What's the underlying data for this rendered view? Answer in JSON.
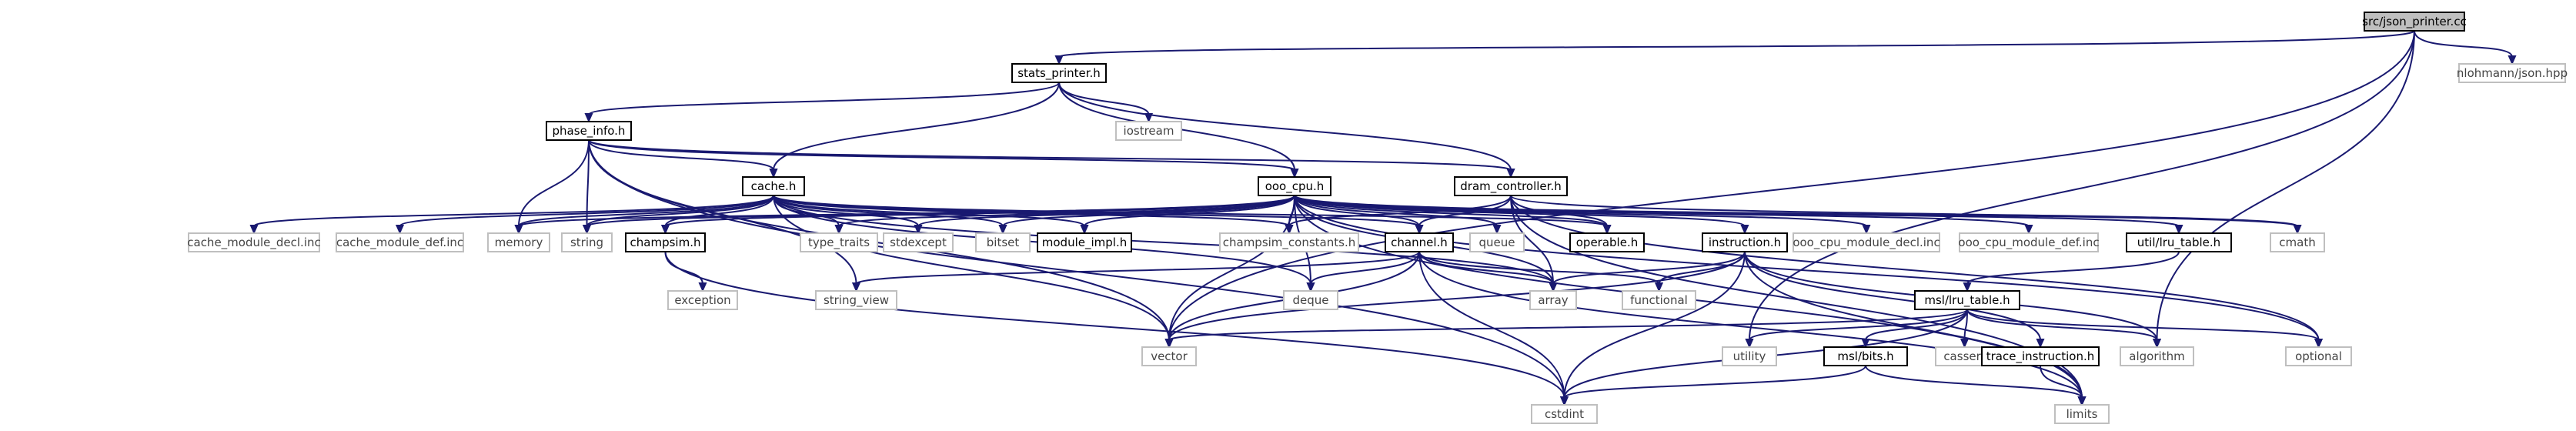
{
  "diagram": {
    "type": "include-dependency-graph",
    "root": "src/json_printer.cc",
    "colors": {
      "edge": "#191970",
      "root_fill": "#bfbfbf",
      "node_border": "#000000",
      "external_border": "#bfbfbf",
      "external_text": "#444444"
    },
    "nodes": [
      {
        "id": "root",
        "label": "src/json_printer.cc",
        "kind": "root"
      },
      {
        "id": "stats_printer",
        "label": "stats_printer.h",
        "kind": "internal"
      },
      {
        "id": "nlohmann",
        "label": "nlohmann/json.hpp",
        "kind": "external"
      },
      {
        "id": "phase_info",
        "label": "phase_info.h",
        "kind": "internal"
      },
      {
        "id": "iostream",
        "label": "iostream",
        "kind": "external"
      },
      {
        "id": "dram_controller",
        "label": "dram_controller.h",
        "kind": "internal"
      },
      {
        "id": "ooo_cpu",
        "label": "ooo_cpu.h",
        "kind": "internal"
      },
      {
        "id": "cache",
        "label": "cache.h",
        "kind": "internal"
      },
      {
        "id": "cache_module_decl",
        "label": "cache_module_decl.inc",
        "kind": "external"
      },
      {
        "id": "cache_module_def",
        "label": "cache_module_def.inc",
        "kind": "external"
      },
      {
        "id": "memory",
        "label": "memory",
        "kind": "external"
      },
      {
        "id": "string",
        "label": "string",
        "kind": "external"
      },
      {
        "id": "champsim_h",
        "label": "champsim.h",
        "kind": "internal"
      },
      {
        "id": "type_traits",
        "label": "type_traits",
        "kind": "external"
      },
      {
        "id": "stdexcept",
        "label": "stdexcept",
        "kind": "external"
      },
      {
        "id": "bitset",
        "label": "bitset",
        "kind": "external"
      },
      {
        "id": "module_impl",
        "label": "module_impl.h",
        "kind": "internal"
      },
      {
        "id": "champsim_constants",
        "label": "champsim_constants.h",
        "kind": "external"
      },
      {
        "id": "channel",
        "label": "channel.h",
        "kind": "internal"
      },
      {
        "id": "queue",
        "label": "queue",
        "kind": "external"
      },
      {
        "id": "operable",
        "label": "operable.h",
        "kind": "internal"
      },
      {
        "id": "instruction",
        "label": "instruction.h",
        "kind": "internal"
      },
      {
        "id": "ooo_cpu_module_decl",
        "label": "ooo_cpu_module_decl.inc",
        "kind": "external"
      },
      {
        "id": "ooo_cpu_module_def",
        "label": "ooo_cpu_module_def.inc",
        "kind": "external"
      },
      {
        "id": "util_lru_table",
        "label": "util/lru_table.h",
        "kind": "internal"
      },
      {
        "id": "cmath",
        "label": "cmath",
        "kind": "external"
      },
      {
        "id": "exception",
        "label": "exception",
        "kind": "external"
      },
      {
        "id": "string_view",
        "label": "string_view",
        "kind": "external"
      },
      {
        "id": "deque",
        "label": "deque",
        "kind": "external"
      },
      {
        "id": "array",
        "label": "array",
        "kind": "external"
      },
      {
        "id": "functional",
        "label": "functional",
        "kind": "external"
      },
      {
        "id": "msl_lru_table",
        "label": "msl/lru_table.h",
        "kind": "internal"
      },
      {
        "id": "vector",
        "label": "vector",
        "kind": "external"
      },
      {
        "id": "utility",
        "label": "utility",
        "kind": "external"
      },
      {
        "id": "cassert",
        "label": "cassert",
        "kind": "external"
      },
      {
        "id": "msl_bits",
        "label": "msl/bits.h",
        "kind": "internal"
      },
      {
        "id": "trace_instruction",
        "label": "trace_instruction.h",
        "kind": "internal"
      },
      {
        "id": "algorithm",
        "label": "algorithm",
        "kind": "external"
      },
      {
        "id": "optional",
        "label": "optional",
        "kind": "external"
      },
      {
        "id": "cstdint",
        "label": "cstdint",
        "kind": "external"
      },
      {
        "id": "limits",
        "label": "limits",
        "kind": "external"
      }
    ],
    "edges": [
      [
        "root",
        "stats_printer"
      ],
      [
        "root",
        "nlohmann"
      ],
      [
        "root",
        "utility"
      ],
      [
        "root",
        "algorithm"
      ],
      [
        "root",
        "vector"
      ],
      [
        "stats_printer",
        "phase_info"
      ],
      [
        "stats_printer",
        "iostream"
      ],
      [
        "stats_printer",
        "cache"
      ],
      [
        "stats_printer",
        "ooo_cpu"
      ],
      [
        "stats_printer",
        "dram_controller"
      ],
      [
        "phase_info",
        "cache"
      ],
      [
        "phase_info",
        "ooo_cpu"
      ],
      [
        "phase_info",
        "dram_controller"
      ],
      [
        "phase_info",
        "memory"
      ],
      [
        "phase_info",
        "string"
      ],
      [
        "phase_info",
        "vector"
      ],
      [
        "phase_info",
        "cstdint"
      ],
      [
        "phase_info",
        "string_view"
      ],
      [
        "cache",
        "cache_module_decl"
      ],
      [
        "cache",
        "cache_module_def"
      ],
      [
        "cache",
        "memory"
      ],
      [
        "cache",
        "string"
      ],
      [
        "cache",
        "champsim_h"
      ],
      [
        "cache",
        "type_traits"
      ],
      [
        "cache",
        "stdexcept"
      ],
      [
        "cache",
        "bitset"
      ],
      [
        "cache",
        "module_impl"
      ],
      [
        "cache",
        "champsim_constants"
      ],
      [
        "cache",
        "channel"
      ],
      [
        "cache",
        "operable"
      ],
      [
        "cache",
        "deque"
      ],
      [
        "cache",
        "array"
      ],
      [
        "cache",
        "vector"
      ],
      [
        "ooo_cpu",
        "memory"
      ],
      [
        "ooo_cpu",
        "string"
      ],
      [
        "ooo_cpu",
        "champsim_h"
      ],
      [
        "ooo_cpu",
        "type_traits"
      ],
      [
        "ooo_cpu",
        "stdexcept"
      ],
      [
        "ooo_cpu",
        "bitset"
      ],
      [
        "ooo_cpu",
        "module_impl"
      ],
      [
        "ooo_cpu",
        "champsim_constants"
      ],
      [
        "ooo_cpu",
        "channel"
      ],
      [
        "ooo_cpu",
        "queue"
      ],
      [
        "ooo_cpu",
        "operable"
      ],
      [
        "ooo_cpu",
        "instruction"
      ],
      [
        "ooo_cpu",
        "ooo_cpu_module_decl"
      ],
      [
        "ooo_cpu",
        "ooo_cpu_module_def"
      ],
      [
        "ooo_cpu",
        "util_lru_table"
      ],
      [
        "ooo_cpu",
        "cmath"
      ],
      [
        "ooo_cpu",
        "deque"
      ],
      [
        "ooo_cpu",
        "array"
      ],
      [
        "ooo_cpu",
        "vector"
      ],
      [
        "ooo_cpu",
        "optional"
      ],
      [
        "ooo_cpu",
        "limits"
      ],
      [
        "dram_controller",
        "champsim_constants"
      ],
      [
        "dram_controller",
        "channel"
      ],
      [
        "dram_controller",
        "operable"
      ],
      [
        "dram_controller",
        "array"
      ],
      [
        "dram_controller",
        "cmath"
      ],
      [
        "dram_controller",
        "optional"
      ],
      [
        "dram_controller",
        "limits"
      ],
      [
        "champsim_h",
        "exception"
      ],
      [
        "champsim_h",
        "cstdint"
      ],
      [
        "channel",
        "string_view"
      ],
      [
        "channel",
        "deque"
      ],
      [
        "channel",
        "array"
      ],
      [
        "channel",
        "functional"
      ],
      [
        "channel",
        "vector"
      ],
      [
        "channel",
        "cstdint"
      ],
      [
        "channel",
        "limits"
      ],
      [
        "instruction",
        "array"
      ],
      [
        "instruction",
        "functional"
      ],
      [
        "instruction",
        "vector"
      ],
      [
        "instruction",
        "cstdint"
      ],
      [
        "instruction",
        "algorithm"
      ],
      [
        "instruction",
        "limits"
      ],
      [
        "instruction",
        "trace_instruction"
      ],
      [
        "util_lru_table",
        "msl_lru_table"
      ],
      [
        "msl_lru_table",
        "vector"
      ],
      [
        "msl_lru_table",
        "utility"
      ],
      [
        "msl_lru_table",
        "cassert"
      ],
      [
        "msl_lru_table",
        "msl_bits"
      ],
      [
        "msl_lru_table",
        "algorithm"
      ],
      [
        "msl_lru_table",
        "optional"
      ],
      [
        "msl_lru_table",
        "cstdint"
      ],
      [
        "msl_bits",
        "cstdint"
      ],
      [
        "msl_bits",
        "limits"
      ],
      [
        "trace_instruction",
        "limits"
      ]
    ]
  }
}
